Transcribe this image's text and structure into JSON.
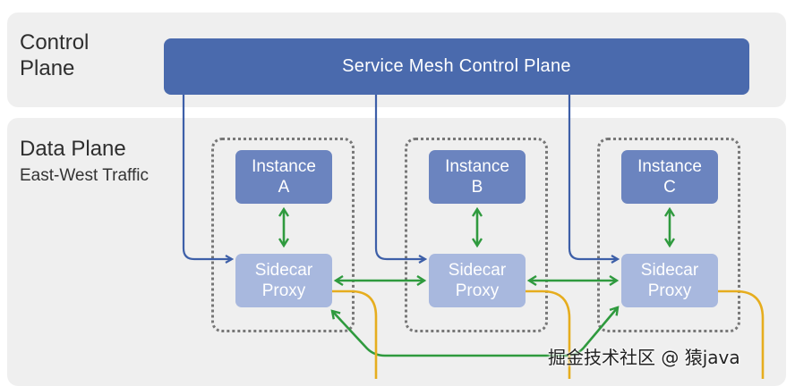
{
  "control_plane": {
    "title": "Control\nPlane",
    "bar_label": "Service Mesh Control Plane"
  },
  "data_plane": {
    "title": "Data Plane",
    "subtitle": "East-West Traffic"
  },
  "instances": [
    {
      "label": "Instance\nA"
    },
    {
      "label": "Instance\nB"
    },
    {
      "label": "Instance\nC"
    }
  ],
  "sidecar_label": "Sidecar\nProxy",
  "colors": {
    "control_arrow": "#3d5fa8",
    "traffic_arrow": "#2f9a3e",
    "egress_line": "#e6ad1e"
  },
  "watermark": "掘金技术社区 @ 猿java"
}
